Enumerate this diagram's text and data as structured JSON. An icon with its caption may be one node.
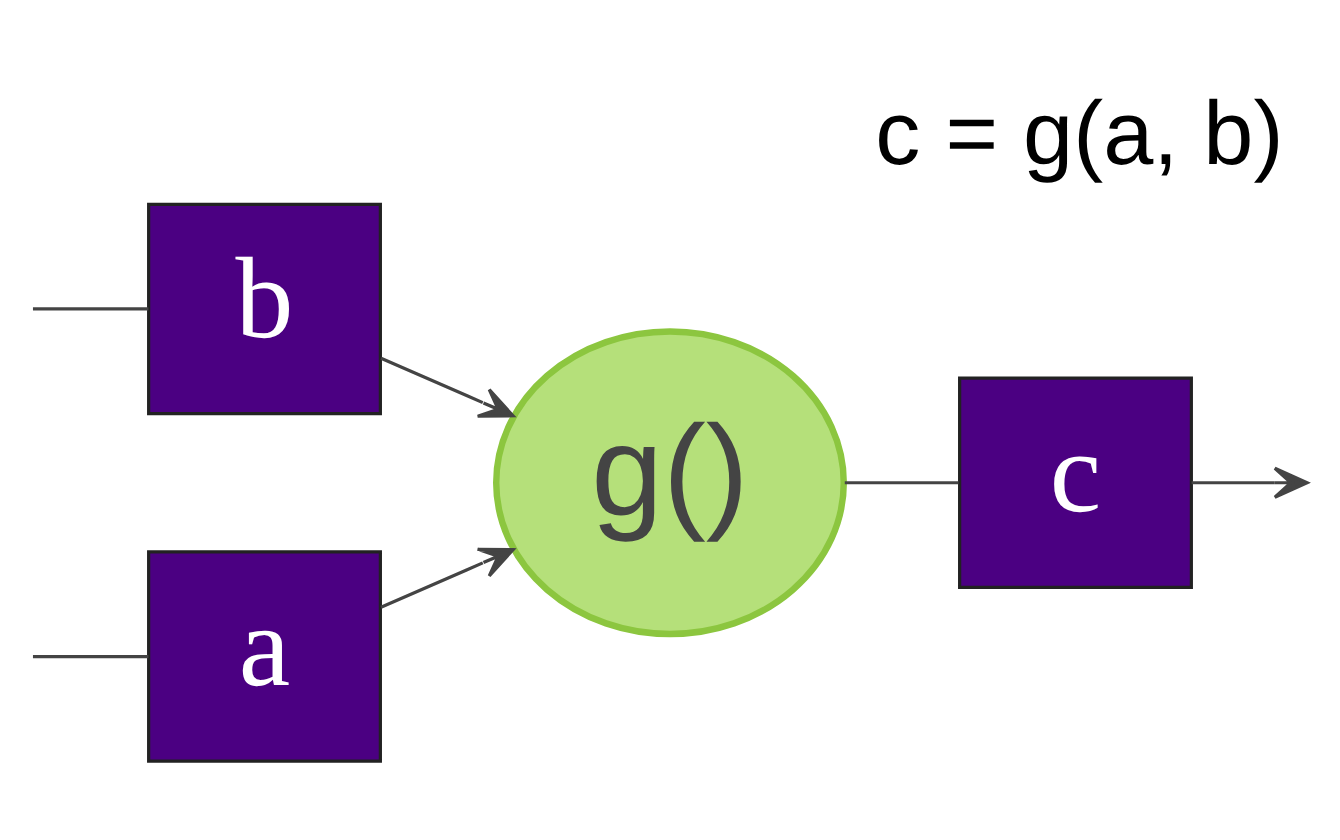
{
  "diagram": {
    "title": "c = g(a, b)",
    "nodes": [
      {
        "text": [
          "a"
        ]
      },
      {
        "text": [
          "b"
        ]
      },
      {
        "text": [
          "g()"
        ]
      },
      {
        "text": [
          "c"
        ]
      }
    ],
    "edges": [
      {
        "from": null,
        "to": 0,
        "arrow": "none"
      },
      {
        "from": null,
        "to": 1,
        "arrow": "none"
      },
      {
        "from": 0,
        "to": 2,
        "arrow": "to"
      },
      {
        "from": 1,
        "to": 2,
        "arrow": "to"
      },
      {
        "from": 2,
        "to": 3,
        "arrow": "none"
      },
      {
        "from": 3,
        "to": null,
        "arrow": "to"
      }
    ]
  }
}
